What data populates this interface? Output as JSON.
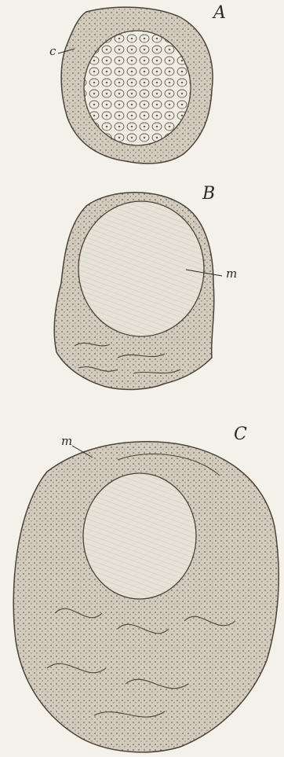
{
  "figure": {
    "labels": {
      "panel_a": "A",
      "panel_b": "B",
      "panel_c": "C",
      "c_label": "c",
      "m_label_b": "m",
      "m_label_c": "m"
    }
  }
}
